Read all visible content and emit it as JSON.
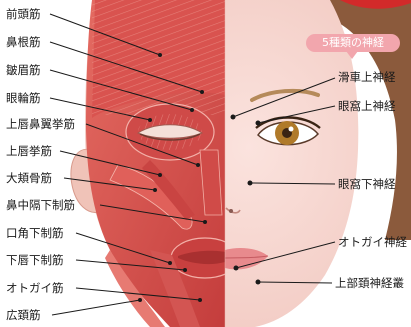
{
  "muscles": [
    {
      "label": "前頭筋"
    },
    {
      "label": "鼻根筋"
    },
    {
      "label": "皺眉筋"
    },
    {
      "label": "眼輪筋"
    },
    {
      "label": "上唇鼻翼挙筋"
    },
    {
      "label": "上唇挙筋"
    },
    {
      "label": "大頬骨筋"
    },
    {
      "label": "鼻中隔下制筋"
    },
    {
      "label": "口角下制筋"
    },
    {
      "label": "下唇下制筋"
    },
    {
      "label": "オトガイ筋"
    },
    {
      "label": "広頚筋"
    }
  ],
  "nerves_title": "5種類の神経",
  "nerves": [
    {
      "label": "滑車上神経"
    },
    {
      "label": "眼窩上神経"
    },
    {
      "label": "眼窩下神経"
    },
    {
      "label": "オトガイ神経"
    },
    {
      "label": "上部頚神経叢"
    }
  ],
  "colors": {
    "muscle": "#d8504f",
    "skin": "#f7d8d2",
    "hair": "#8b5a3c",
    "iris": "#b07a2a",
    "lip": "#e88a8d",
    "accent": "#f2a6ad"
  }
}
